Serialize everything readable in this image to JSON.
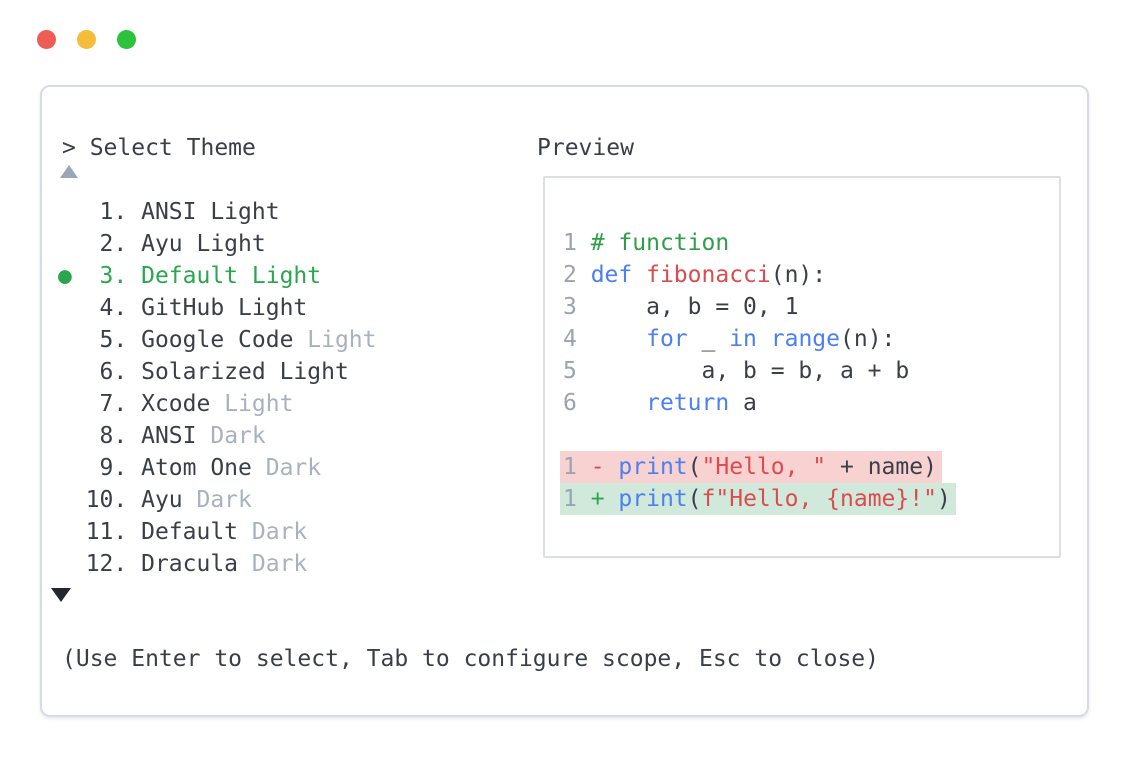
{
  "window_controls": {
    "close_color": "#ee5c53",
    "minimize_color": "#f6bc3c",
    "zoom_color": "#2bc33c"
  },
  "theme_picker": {
    "prompt": "> Select Theme",
    "items": [
      {
        "num": " 1",
        "label": "ANSI Light",
        "muted_suffix": "",
        "selected": false
      },
      {
        "num": " 2",
        "label": "Ayu Light",
        "muted_suffix": "",
        "selected": false
      },
      {
        "num": " 3",
        "label": "Default Light",
        "muted_suffix": "",
        "selected": true
      },
      {
        "num": " 4",
        "label": "GitHub Light",
        "muted_suffix": "",
        "selected": false
      },
      {
        "num": " 5",
        "label": "Google Code",
        "muted_suffix": "Light",
        "selected": false
      },
      {
        "num": " 6",
        "label": "Solarized Light",
        "muted_suffix": "",
        "selected": false
      },
      {
        "num": " 7",
        "label": "Xcode",
        "muted_suffix": "Light",
        "selected": false
      },
      {
        "num": " 8",
        "label": "ANSI",
        "muted_suffix": "Dark",
        "selected": false
      },
      {
        "num": " 9",
        "label": "Atom One",
        "muted_suffix": "Dark",
        "selected": false
      },
      {
        "num": "10",
        "label": "Ayu",
        "muted_suffix": "Dark",
        "selected": false
      },
      {
        "num": "11",
        "label": "Default",
        "muted_suffix": "Dark",
        "selected": false
      },
      {
        "num": "12",
        "label": "Dracula",
        "muted_suffix": "Dark",
        "selected": false
      }
    ],
    "selected_bullet": "●",
    "footer_hint": "(Use Enter to select, Tab to configure scope, Esc to close)"
  },
  "preview": {
    "title": "Preview",
    "code_lines": [
      {
        "ln": "1",
        "tokens": [
          [
            "com",
            "# function"
          ]
        ]
      },
      {
        "ln": "2",
        "tokens": [
          [
            "kw",
            "def"
          ],
          [
            "plain",
            " "
          ],
          [
            "red",
            "fibonacci"
          ],
          [
            "plain",
            "(n):"
          ]
        ]
      },
      {
        "ln": "3",
        "tokens": [
          [
            "plain",
            "    a, b = 0, 1"
          ]
        ]
      },
      {
        "ln": "4",
        "tokens": [
          [
            "plain",
            "    "
          ],
          [
            "kw",
            "for"
          ],
          [
            "plain",
            " _ "
          ],
          [
            "kw",
            "in"
          ],
          [
            "plain",
            " "
          ],
          [
            "kw",
            "range"
          ],
          [
            "plain",
            "(n):"
          ]
        ]
      },
      {
        "ln": "5",
        "tokens": [
          [
            "plain",
            "        a, b = b, a + b"
          ]
        ]
      },
      {
        "ln": "6",
        "tokens": [
          [
            "plain",
            "    "
          ],
          [
            "kw",
            "return"
          ],
          [
            "plain",
            " a"
          ]
        ]
      }
    ],
    "diff_lines": [
      {
        "ln": "1",
        "kind": "removed",
        "tokens": [
          [
            "minus",
            "-"
          ],
          [
            "plain",
            " "
          ],
          [
            "kw",
            "print"
          ],
          [
            "plain",
            "("
          ],
          [
            "red",
            "\"Hello, \""
          ],
          [
            "plain",
            " + name)"
          ]
        ]
      },
      {
        "ln": "1",
        "kind": "added",
        "tokens": [
          [
            "plus",
            "+"
          ],
          [
            "plain",
            " "
          ],
          [
            "kw",
            "print"
          ],
          [
            "plain",
            "("
          ],
          [
            "red",
            "f\"Hello, {name}!\""
          ],
          [
            "plain",
            ")"
          ]
        ]
      }
    ]
  },
  "colors": {
    "text_dark": "#3a3f47",
    "text_muted": "#a8b1c0",
    "selected_green": "#2aa74d",
    "comment_green": "#2e9e47",
    "keyword_blue": "#4b7ff2",
    "code_red": "#dc4b4f",
    "line_number": "#9ba3af",
    "diff_removed_bg": "#f8d2d1",
    "diff_added_bg": "#d1e9da",
    "panel_border": "#d7dbe4",
    "preview_border": "#dcdfe6"
  }
}
